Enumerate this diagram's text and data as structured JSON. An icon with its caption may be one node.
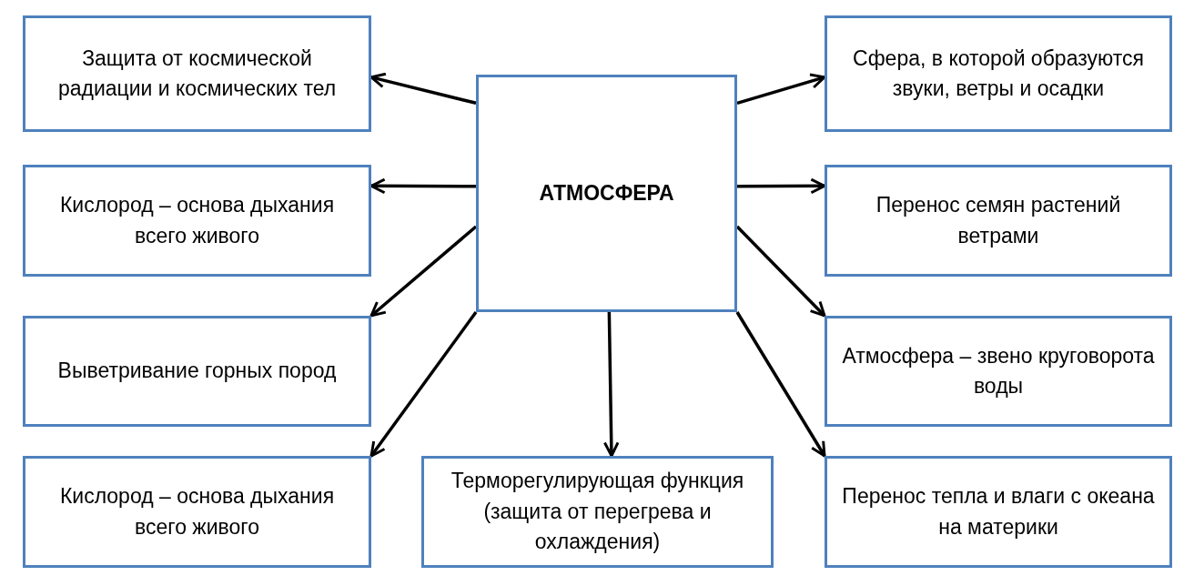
{
  "diagram": {
    "nodes": [
      {
        "text": [
          "Защита от космической радиации и космических тел"
        ]
      },
      {
        "text": [
          "АТМОСФЕРА"
        ]
      },
      {
        "text": [
          "Сфера, в которой образуются звуки, ветры и осадки"
        ]
      },
      {
        "text": [
          "Кислород – основа дыхания всего живого"
        ]
      },
      {
        "text": [
          "Перенос семян растений ветрами"
        ]
      },
      {
        "text": [
          "Выветривание горных пород"
        ]
      },
      {
        "text": [
          "Атмосфера – звено круговорота воды"
        ]
      },
      {
        "text": [
          "Кислород – основа дыхания всего живого"
        ]
      },
      {
        "text": [
          "Терморегулирующая функция (защита от перегрева и охлаждения)"
        ]
      },
      {
        "text": [
          "Перенос тепла и влаги с океана на материки"
        ]
      }
    ],
    "edges": [
      {
        "from": 1,
        "to": 0,
        "arrow": "to"
      },
      {
        "from": 1,
        "to": 2,
        "arrow": "to"
      },
      {
        "from": 1,
        "to": 3,
        "arrow": "to"
      },
      {
        "from": 1,
        "to": 4,
        "arrow": "to"
      },
      {
        "from": 1,
        "to": 5,
        "arrow": "to"
      },
      {
        "from": 1,
        "to": 6,
        "arrow": "to"
      },
      {
        "from": 1,
        "to": 7,
        "arrow": "to"
      },
      {
        "from": 1,
        "to": 8,
        "arrow": "to"
      },
      {
        "from": 1,
        "to": 9,
        "arrow": "to"
      }
    ]
  }
}
